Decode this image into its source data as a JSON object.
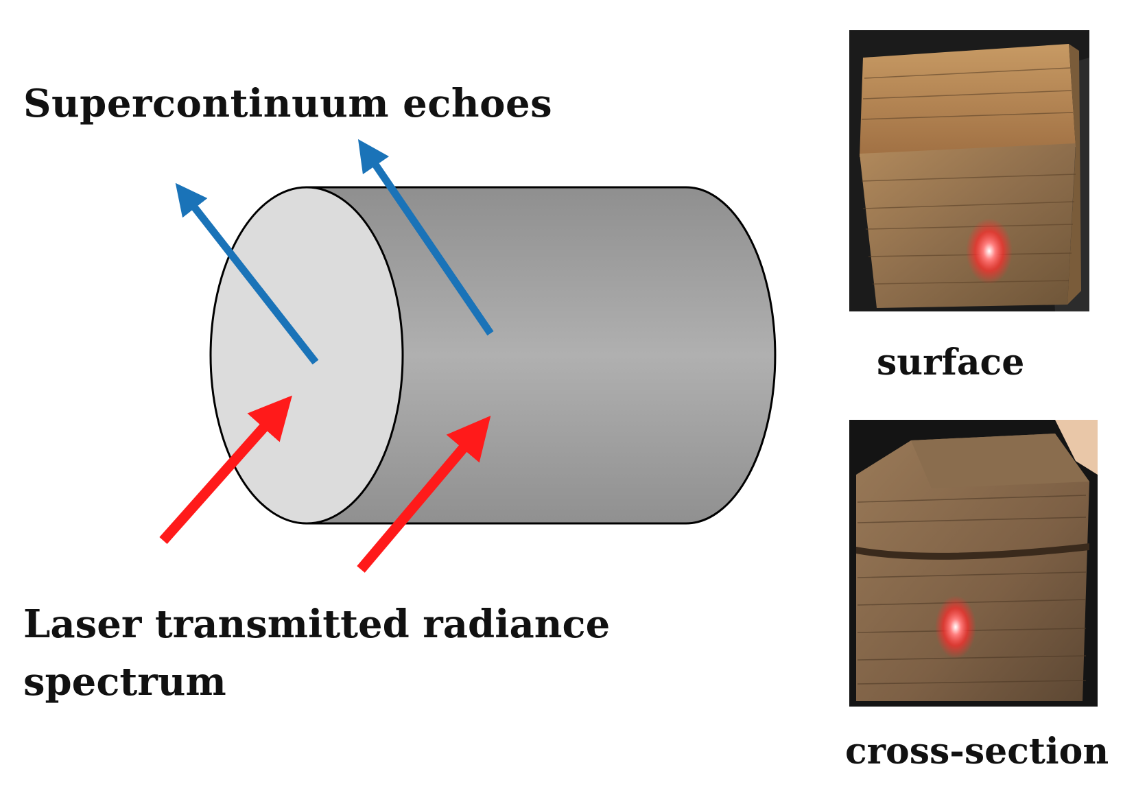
{
  "labels": {
    "echoes": "Supercontinuum echoes",
    "laser_line1": "Laser transmitted radiance",
    "laser_line2": "spectrum",
    "surface": "surface",
    "cross_section": "cross-section"
  },
  "colors": {
    "echo_arrow": "#1a73b8",
    "laser_arrow": "#ff1a1a",
    "cylinder_face": "#dcdcdc",
    "cylinder_body": "#a5a5a5",
    "laser_spot": "#ff3030"
  },
  "icons": {
    "surface_photo": "wood-block-surface-laser-photo",
    "cross_section_photo": "wood-block-cross-section-laser-photo"
  }
}
